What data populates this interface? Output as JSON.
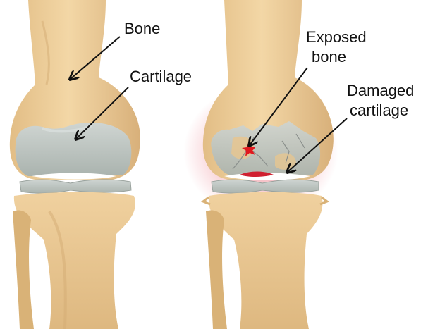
{
  "labels": {
    "bone": "Bone",
    "cartilage": "Cartilage",
    "exposed_bone_line1": "Exposed",
    "exposed_bone_line2": "bone",
    "damaged_cartilage_line1": "Damaged",
    "damaged_cartilage_line2": "cartilage"
  },
  "colors": {
    "bone_fill": "#efcf99",
    "bone_shade": "#d9b277",
    "cartilage_fill": "#c3cac6",
    "cartilage_shade": "#a5aea9",
    "inflammation": "#e5485a",
    "exposed_bone_red": "#e0181f",
    "arrow": "#111111"
  },
  "icons": [
    "healthy-knee-illustration",
    "damaged-knee-illustration"
  ]
}
